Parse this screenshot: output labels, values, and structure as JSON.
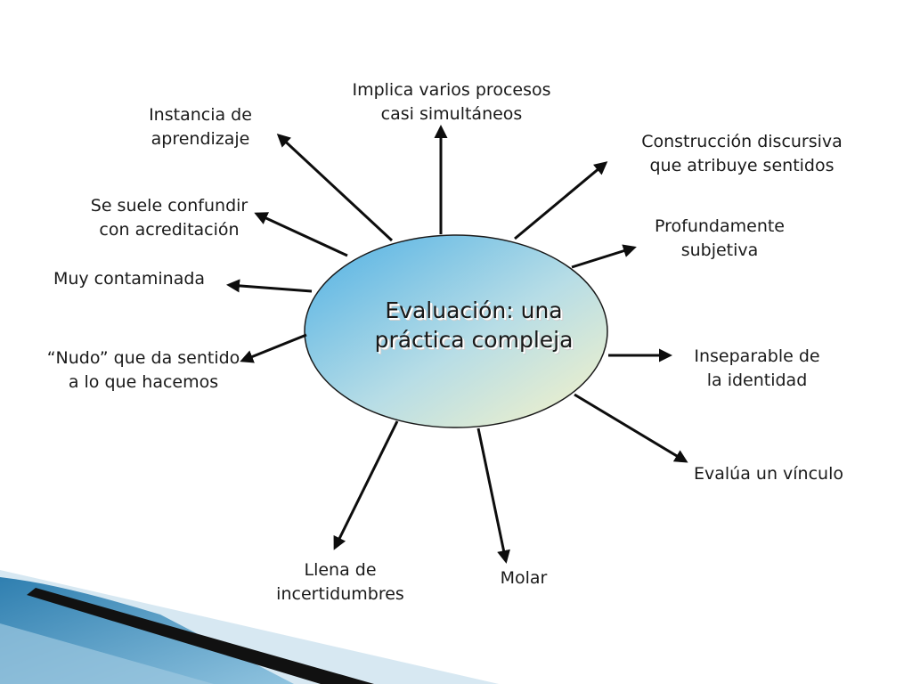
{
  "center": {
    "line1": "Evaluación: una",
    "line2": "práctica compleja"
  },
  "nodes": {
    "implica": {
      "line1": "Implica varios procesos",
      "line2": "casi simultáneos"
    },
    "instancia": {
      "line1": "Instancia de",
      "line2": "aprendizaje"
    },
    "construccion": {
      "line1": "Construcción discursiva",
      "line2": "que atribuye sentidos"
    },
    "confundir": {
      "line1": "Se suele confundir",
      "line2": "con acreditación"
    },
    "profundamente": {
      "line1": "Profundamente",
      "line2": "subjetiva"
    },
    "contaminada": {
      "line1": "Muy contaminada"
    },
    "nudo": {
      "line1": "“Nudo” que da sentido",
      "line2": "a lo que hacemos"
    },
    "inseparable": {
      "line1": "Inseparable de",
      "line2": "la identidad"
    },
    "vinculo": {
      "line1": "Evalúa un vínculo"
    },
    "llena": {
      "line1": "Llena de",
      "line2": "incertidumbres"
    },
    "molar": {
      "line1": "Molar"
    }
  },
  "colors": {
    "ellipse_top_left": "#5bb6e6",
    "ellipse_bottom_right": "#f6f2c6",
    "arrow": "#0d0d0d",
    "decor_blue": "#4f95bf",
    "decor_light": "#cfe3ef",
    "decor_dark": "#111111"
  }
}
